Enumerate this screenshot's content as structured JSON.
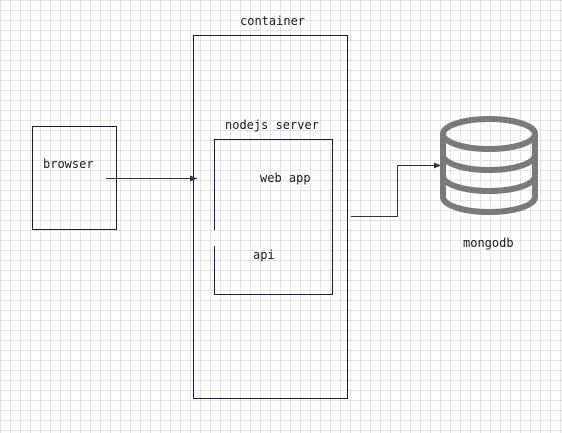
{
  "nodes": {
    "container": {
      "label": "container"
    },
    "browser": {
      "label": "browser"
    },
    "nodejs_server": {
      "label": "nodejs server"
    },
    "web_app": {
      "label": "web app"
    },
    "api": {
      "label": "api"
    },
    "mongodb": {
      "label": "mongodb",
      "icon": "database-icon"
    }
  },
  "colors": {
    "box_stroke": "#1c1c4a",
    "edge": "#333333",
    "database_icon": "#7a7a7a"
  }
}
